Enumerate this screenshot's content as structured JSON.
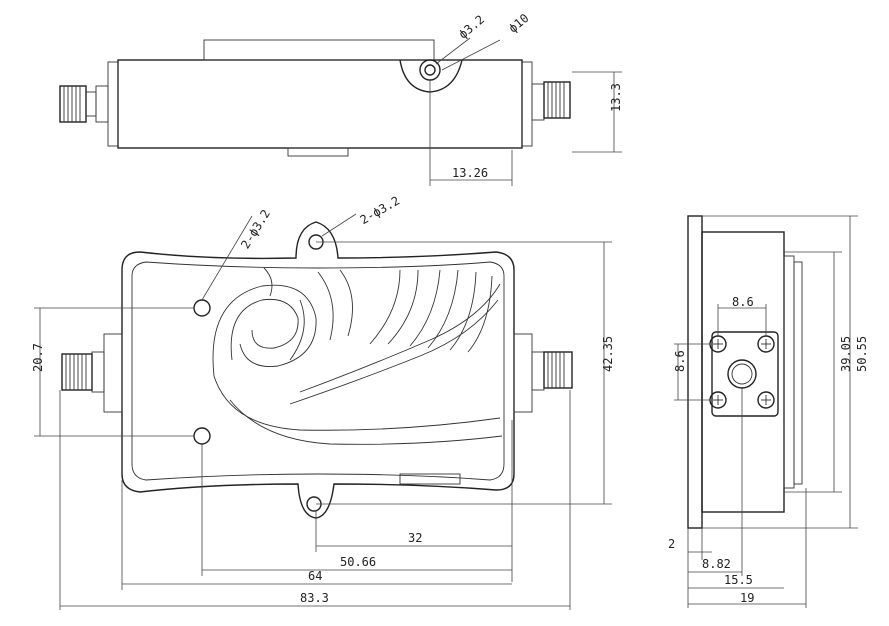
{
  "top_view": {
    "hole_small": "ϕ3.2",
    "hole_large": "ϕ10",
    "height": "13.3",
    "offset": "13.26"
  },
  "front_view": {
    "top_hole": "2-ϕ3.2",
    "side_hole": "2-ϕ3.2",
    "hole_spacing_left": "20.7",
    "height": "42.35",
    "dim_32": "32",
    "dim_50_66": "50.66",
    "dim_64": "64",
    "dim_83_3": "83.3"
  },
  "side_view": {
    "square_w": "8.6",
    "square_h": "8.6",
    "inner_h": "39.05",
    "outer_h": "50.55",
    "dim_2": "2",
    "dim_8_82": "8.82",
    "dim_15_5": "15.5",
    "dim_19": "19"
  }
}
